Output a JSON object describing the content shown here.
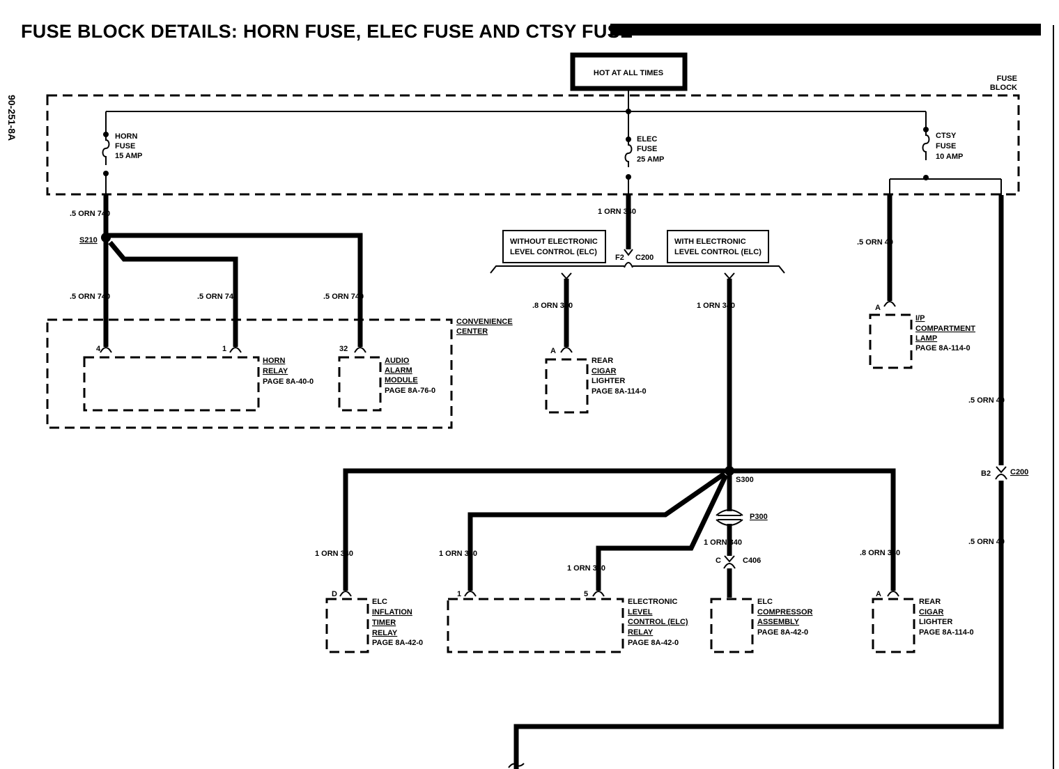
{
  "title": "FUSE BLOCK DETAILS:  HORN FUSE, ELEC FUSE AND CTSY FUSE",
  "page_code": "90-251-8A",
  "hot_label": "HOT AT ALL TIMES",
  "fuse_block": {
    "line1": "FUSE",
    "line2": "BLOCK"
  },
  "fuses": {
    "horn": {
      "line1": "HORN",
      "line2": "FUSE",
      "line3": "15 AMP"
    },
    "elec": {
      "line1": "ELEC",
      "line2": "FUSE",
      "line3": "25 AMP"
    },
    "ctsy": {
      "line1": "CTSY",
      "line2": "FUSE",
      "line3": "10 AMP"
    }
  },
  "wires": {
    "horn_out": ".5 ORN   740",
    "s210_a": ".5 ORN   740",
    "s210_b": ".5 ORN   740",
    "s210_c": ".5 ORN   740",
    "elec_out": "1 ORN   340",
    "cigar_front": ".8 ORN   340",
    "elc_main": "1 ORN   340",
    "ctsy_lamp": ".5 ORN   40",
    "ctsy_right1": ".5 ORN   40",
    "ctsy_right2": ".5 ORN   40",
    "s300_inflation": "1 ORN   340",
    "s300_elc1": "1 ORN   340",
    "s300_elc5": "1 ORN   340",
    "s300_comp": "1 ORN   340",
    "s300_cigar": ".8 ORN   340"
  },
  "splices": {
    "s210": "S210",
    "s300": "S300",
    "p300": "P300"
  },
  "connectors": {
    "c200_mid": {
      "pin": "F2",
      "name": "C200"
    },
    "c200_right": {
      "pin": "B2",
      "name": "C200"
    },
    "c406": {
      "pin": "C",
      "name": "C406"
    }
  },
  "options": {
    "without_elc": {
      "line1": "WITHOUT ELECTRONIC",
      "line2": "LEVEL CONTROL (ELC)"
    },
    "with_elc": {
      "line1": "WITH ELECTRONIC",
      "line2": "LEVEL CONTROL (ELC)"
    }
  },
  "convenience_center": {
    "line1": "CONVENIENCE",
    "line2": "CENTER"
  },
  "components": {
    "horn_relay": {
      "lines": [
        "HORN",
        "RELAY",
        "PAGE 8A-40-0"
      ],
      "pins": [
        "4",
        "1"
      ]
    },
    "audio_alarm": {
      "lines": [
        "AUDIO",
        "ALARM",
        "MODULE",
        "PAGE 8A-76-0"
      ],
      "pin": "32"
    },
    "rear_cigar_1": {
      "lines": [
        "REAR",
        "CIGAR",
        "LIGHTER",
        "PAGE 8A-114-0"
      ],
      "pin": "A"
    },
    "ip_lamp": {
      "lines": [
        "I/P",
        "COMPARTMENT",
        "LAMP",
        "PAGE 8A-114-0"
      ],
      "pin": "A"
    },
    "elc_timer": {
      "lines": [
        "ELC",
        "INFLATION",
        "TIMER",
        "RELAY",
        "PAGE 8A-42-0"
      ],
      "pin": "D"
    },
    "elc_relay": {
      "lines": [
        "ELECTRONIC",
        "LEVEL",
        "CONTROL (ELC)",
        "RELAY",
        "PAGE 8A-42-0"
      ],
      "pins": [
        "1",
        "5"
      ]
    },
    "elc_compressor": {
      "lines": [
        "ELC",
        "COMPRESSOR",
        "ASSEMBLY",
        "PAGE 8A-42-0"
      ]
    },
    "rear_cigar_2": {
      "lines": [
        "REAR",
        "CIGAR",
        "LIGHTER",
        "PAGE 8A-114-0"
      ],
      "pin": "A"
    }
  }
}
